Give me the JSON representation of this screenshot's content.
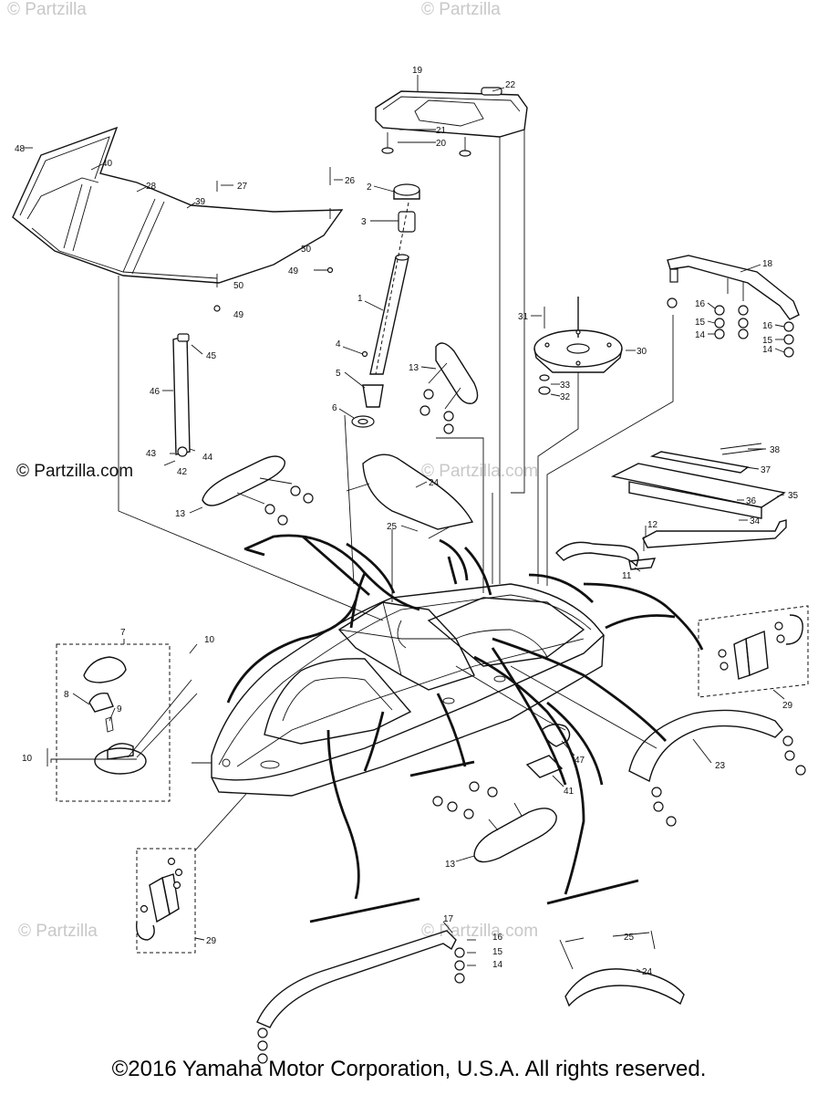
{
  "watermarks": {
    "top_left": "© Partzilla",
    "top_center": "© Partzilla",
    "main": "© Partzilla.com",
    "center": "© Partzilla.com",
    "lower_left": "© Partzilla",
    "lower_center": "© Partzilla.com"
  },
  "copyright": "©2016 Yamaha Motor Corporation, U.S.A. All rights reserved.",
  "callouts": [
    {
      "id": "19",
      "text": "19"
    },
    {
      "id": "22",
      "text": "22"
    },
    {
      "id": "21",
      "text": "21"
    },
    {
      "id": "20",
      "text": "20"
    },
    {
      "id": "48",
      "text": "48"
    },
    {
      "id": "40",
      "text": "40"
    },
    {
      "id": "28",
      "text": "28"
    },
    {
      "id": "39",
      "text": "39"
    },
    {
      "id": "27",
      "text": "27"
    },
    {
      "id": "26",
      "text": "26"
    },
    {
      "id": "50a",
      "text": "50"
    },
    {
      "id": "49a",
      "text": "49"
    },
    {
      "id": "50b",
      "text": "50"
    },
    {
      "id": "49b",
      "text": "49"
    },
    {
      "id": "2",
      "text": "2"
    },
    {
      "id": "3",
      "text": "3"
    },
    {
      "id": "1",
      "text": "1"
    },
    {
      "id": "4",
      "text": "4"
    },
    {
      "id": "5",
      "text": "5"
    },
    {
      "id": "6",
      "text": "6"
    },
    {
      "id": "18",
      "text": "18"
    },
    {
      "id": "16a",
      "text": "16"
    },
    {
      "id": "15a",
      "text": "15"
    },
    {
      "id": "14a",
      "text": "14"
    },
    {
      "id": "16b",
      "text": "16"
    },
    {
      "id": "15b",
      "text": "15"
    },
    {
      "id": "14b",
      "text": "14"
    },
    {
      "id": "31",
      "text": "31"
    },
    {
      "id": "30",
      "text": "30"
    },
    {
      "id": "33",
      "text": "33"
    },
    {
      "id": "32",
      "text": "32"
    },
    {
      "id": "45",
      "text": "45"
    },
    {
      "id": "46",
      "text": "46"
    },
    {
      "id": "43",
      "text": "43"
    },
    {
      "id": "44",
      "text": "44"
    },
    {
      "id": "42",
      "text": "42"
    },
    {
      "id": "13a",
      "text": "13"
    },
    {
      "id": "13b",
      "text": "13"
    },
    {
      "id": "24a",
      "text": "24"
    },
    {
      "id": "25a",
      "text": "25"
    },
    {
      "id": "38",
      "text": "38"
    },
    {
      "id": "37",
      "text": "37"
    },
    {
      "id": "35",
      "text": "35"
    },
    {
      "id": "36",
      "text": "36"
    },
    {
      "id": "34",
      "text": "34"
    },
    {
      "id": "12",
      "text": "12"
    },
    {
      "id": "11",
      "text": "11"
    },
    {
      "id": "7",
      "text": "7"
    },
    {
      "id": "10a",
      "text": "10"
    },
    {
      "id": "8",
      "text": "8"
    },
    {
      "id": "9",
      "text": "9"
    },
    {
      "id": "10b",
      "text": "10"
    },
    {
      "id": "29a",
      "text": "29"
    },
    {
      "id": "23",
      "text": "23"
    },
    {
      "id": "47",
      "text": "47"
    },
    {
      "id": "41",
      "text": "41"
    },
    {
      "id": "13c",
      "text": "13"
    },
    {
      "id": "29b",
      "text": "29"
    },
    {
      "id": "17",
      "text": "17"
    },
    {
      "id": "16c",
      "text": "16"
    },
    {
      "id": "15c",
      "text": "15"
    },
    {
      "id": "14c",
      "text": "14"
    },
    {
      "id": "25b",
      "text": "25"
    },
    {
      "id": "24b",
      "text": "24"
    }
  ]
}
